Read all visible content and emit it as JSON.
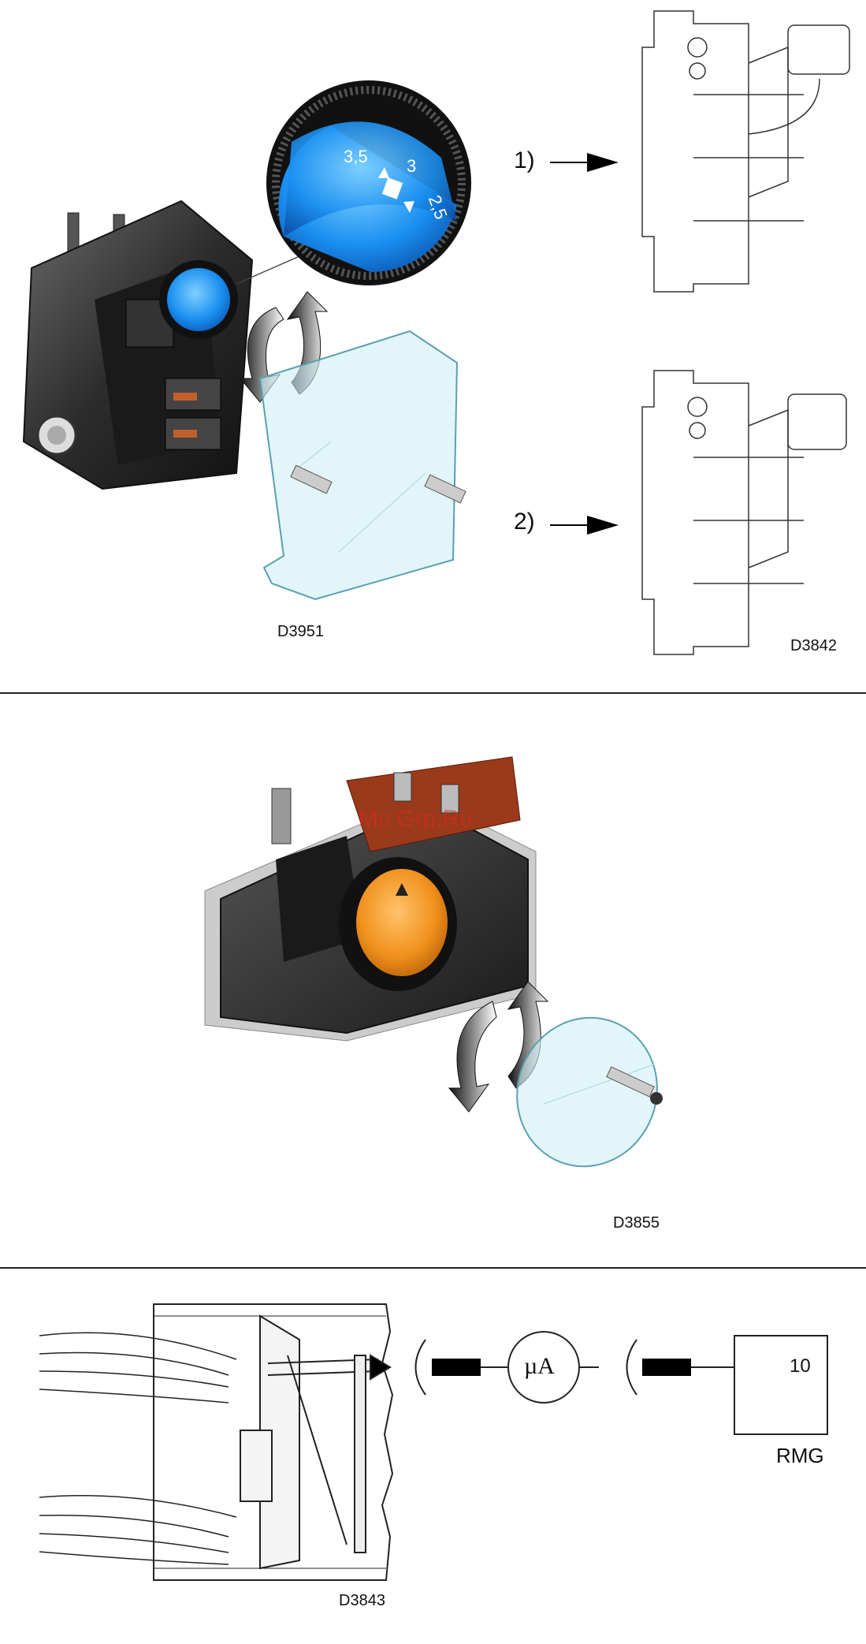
{
  "panel1": {
    "dial_marks": [
      "3,5",
      "3",
      "2,5"
    ],
    "step_labels": [
      "1)",
      "2)"
    ],
    "codes": [
      "D3951",
      "D3842"
    ],
    "colors": {
      "dial": "#1a8ff0",
      "housing": "#3a3a3a",
      "cover": "#cfeef4"
    }
  },
  "panel2": {
    "watermark": "Mc Grp.Ru",
    "code": "D3855",
    "colors": {
      "dial": "#f0901c",
      "terminal_plate": "#9a3a1a",
      "cover": "#cfeef4"
    }
  },
  "panel3": {
    "meter_label": "µA",
    "terminal_number": "10",
    "device_label": "RMG",
    "code": "D3843"
  },
  "icons": [
    "rotate-arrows-icon",
    "pointer-arrow-icon"
  ]
}
